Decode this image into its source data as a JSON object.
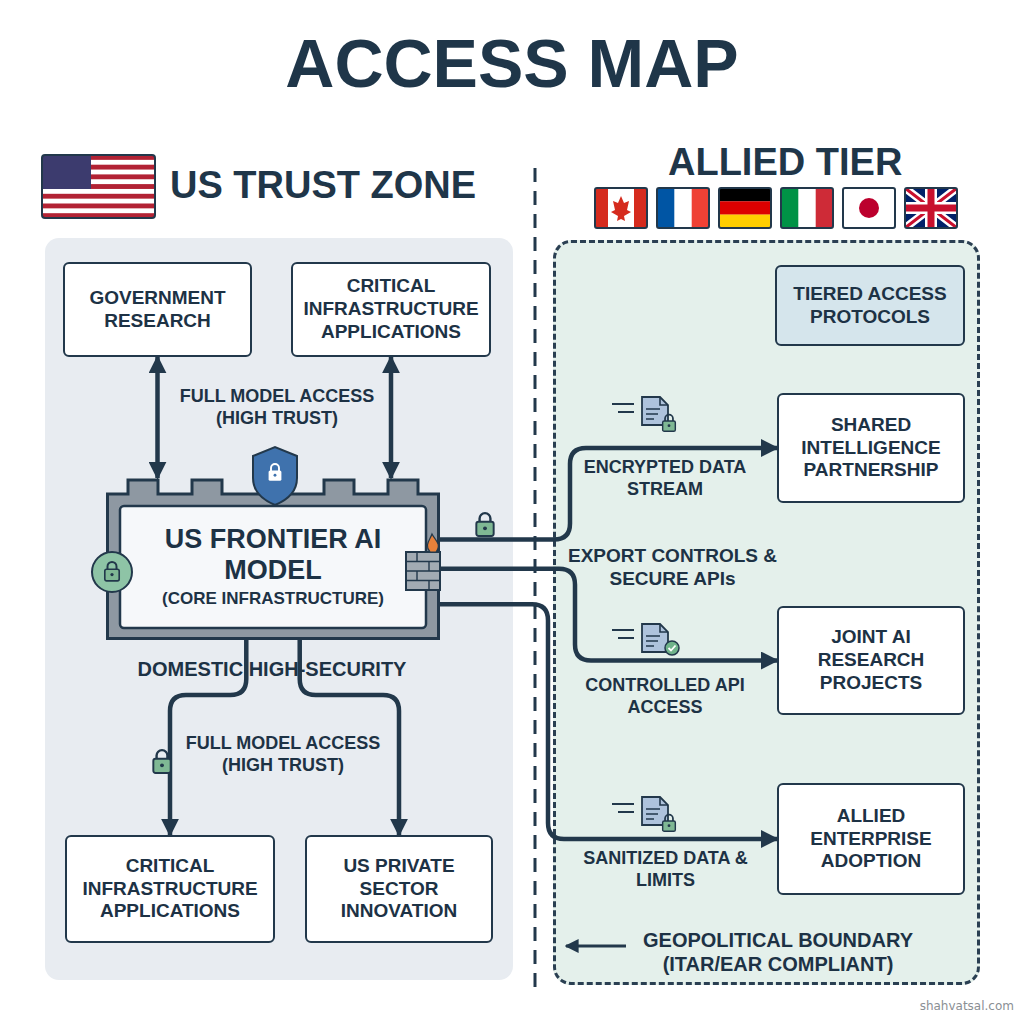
{
  "diagram": {
    "title": "ACCESS MAP",
    "nodes": [
      {
        "text": [
          "US TRUST ZONE"
        ]
      },
      {
        "text": [
          "GOVERNMENT RESEARCH"
        ],
        "in": 0
      },
      {
        "text": [
          "CRITICAL INFRASTRUCTURE APPLICATIONS"
        ],
        "in": 0
      },
      {
        "text": [
          "US FRONTIER AI MODEL",
          "(CORE INFRASTRUCTURE)"
        ],
        "in": 0
      },
      {
        "text": [
          "CRITICAL INFRASTRUCTURE APPLICATIONS"
        ],
        "in": 0
      },
      {
        "text": [
          "US PRIVATE SECTOR INNOVATION"
        ],
        "in": 0
      },
      {
        "text": [
          "ALLIED TIER"
        ]
      },
      {
        "text": [
          "TIERED ACCESS PROTOCOLS"
        ],
        "in": 6
      },
      {
        "text": [
          "SHARED INTELLIGENCE PARTNERSHIP"
        ],
        "in": 6
      },
      {
        "text": [
          "JOINT AI RESEARCH PROJECTS"
        ],
        "in": 6
      },
      {
        "text": [
          "ALLIED ENTERPRISE ADOPTION"
        ],
        "in": 6
      }
    ],
    "edges": [
      {
        "from": 3,
        "to": 1,
        "arrow": "both",
        "label": "FULL MODEL ACCESS (HIGH TRUST)"
      },
      {
        "from": 3,
        "to": 2,
        "arrow": "both"
      },
      {
        "from": 3,
        "to": 4,
        "arrow": "to",
        "label": "FULL MODEL ACCESS (HIGH TRUST)"
      },
      {
        "from": 3,
        "to": 5,
        "arrow": "to"
      },
      {
        "from": 3,
        "to": 8,
        "arrow": "to",
        "label": "ENCRYPTED DATA STREAM"
      },
      {
        "from": 3,
        "to": 9,
        "arrow": "to",
        "label": "CONTROLLED API ACCESS"
      },
      {
        "from": 3,
        "to": 10,
        "arrow": "to",
        "label": "SANITIZED DATA & LIMITS"
      }
    ],
    "labels": [
      "DOMESTIC HIGH-SECURITY",
      "EXPORT CONTROLS & SECURE APIs",
      "GEOPOLITICAL BOUNDARY (ITAR/EAR COMPLIANT)",
      "shahvatsal.com"
    ]
  }
}
